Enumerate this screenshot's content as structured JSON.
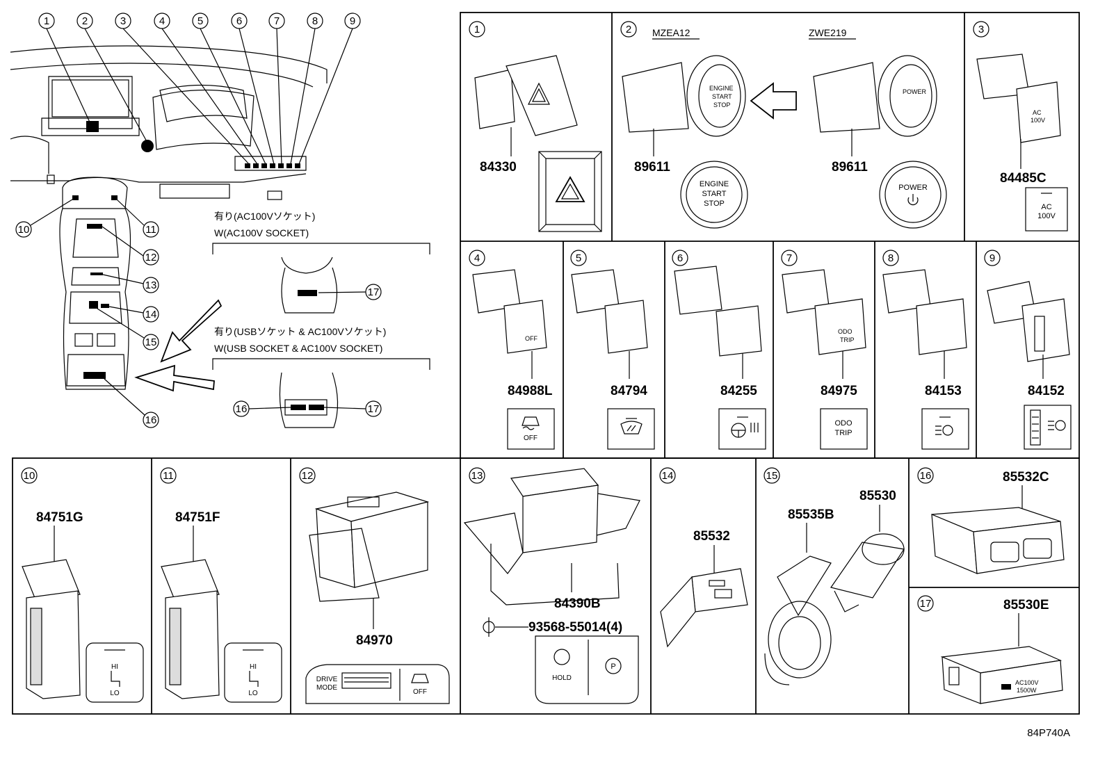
{
  "overview": {
    "top_callouts": [
      "1",
      "2",
      "3",
      "4",
      "5",
      "6",
      "7",
      "8",
      "9"
    ],
    "side_callouts": {
      "c10": "10",
      "c11": "11",
      "c12": "12",
      "c13": "13",
      "c14": "14",
      "c15": "15",
      "c16": "16"
    },
    "variant_a": {
      "jp": "有り(AC100Vソケット)",
      "en": "W(AC100V SOCKET)",
      "callout": "17"
    },
    "variant_b": {
      "jp": "有り(USBソケット & AC100Vソケット)",
      "en": "W(USB SOCKET & AC100V SOCKET)",
      "callout_left": "16",
      "callout_right": "17"
    }
  },
  "panels": {
    "p1": {
      "num": "1",
      "part": "84330"
    },
    "p2": {
      "num": "2",
      "model_a": "MZEA12",
      "model_b": "ZWE219",
      "part_a": "89611",
      "part_b": "89611",
      "btn_a": [
        "ENGINE",
        "START",
        "STOP"
      ],
      "btn_b": "POWER"
    },
    "p3": {
      "num": "3",
      "part": "84485C",
      "label": [
        "AC",
        "100V"
      ]
    },
    "p4": {
      "num": "4",
      "part": "84988L",
      "label": "OFF"
    },
    "p5": {
      "num": "5",
      "part": "84794"
    },
    "p6": {
      "num": "6",
      "part": "84255"
    },
    "p7": {
      "num": "7",
      "part": "84975",
      "label": [
        "ODO",
        "TRIP"
      ]
    },
    "p8": {
      "num": "8",
      "part": "84153"
    },
    "p9": {
      "num": "9",
      "part": "84152"
    },
    "p10": {
      "num": "10",
      "part": "84751G",
      "label": [
        "HI",
        "LO"
      ]
    },
    "p11": {
      "num": "11",
      "part": "84751F",
      "label": [
        "HI",
        "LO"
      ]
    },
    "p12": {
      "num": "12",
      "part": "84970",
      "label": [
        "DRIVE",
        "MODE",
        "OFF"
      ]
    },
    "p13": {
      "num": "13",
      "part": "84390B",
      "screw": "93568-55014(4)",
      "label": "HOLD"
    },
    "p14": {
      "num": "14",
      "part": "85532"
    },
    "p15": {
      "num": "15",
      "part_a": "85535B",
      "part_b": "85530"
    },
    "p16": {
      "num": "16",
      "part": "85532C"
    },
    "p17": {
      "num": "17",
      "part": "85530E",
      "label": [
        "AC100V",
        "1500W"
      ]
    }
  },
  "figure_code": "84P740A"
}
